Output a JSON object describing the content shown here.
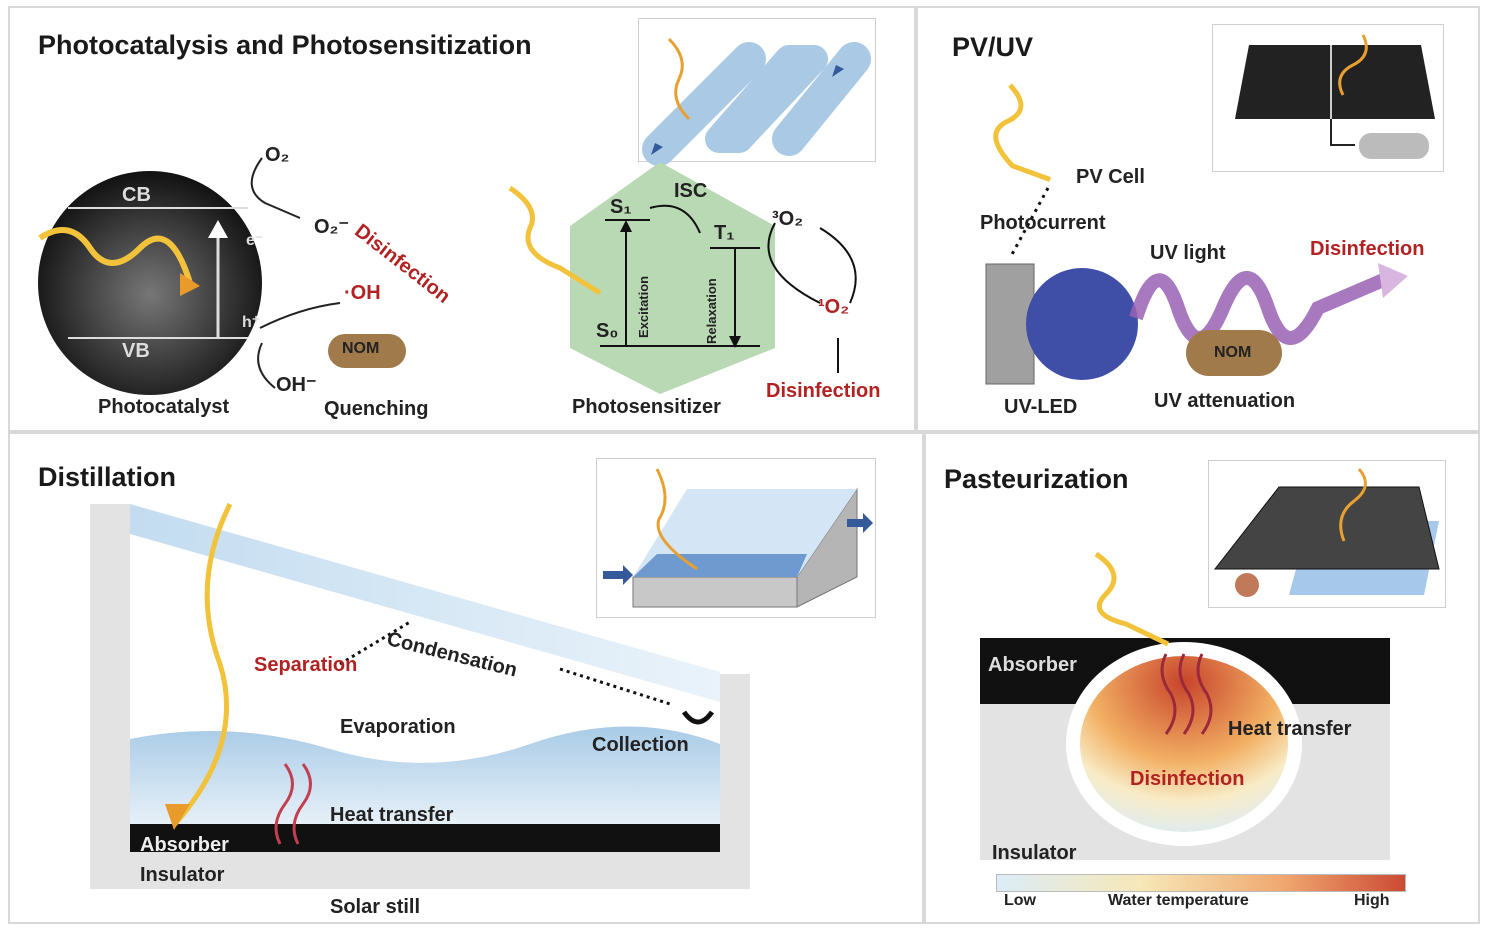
{
  "panels": {
    "photocatalysis": {
      "title": "Photocatalysis and Photosensitization",
      "photocatalyst": {
        "cb": "CB",
        "vb": "VB",
        "electron": "e⁻",
        "hole": "h⁺",
        "o2": "O₂",
        "superoxide": "O₂⁻",
        "hydroxyl_radical": "·OH",
        "hydroxide": "OH⁻",
        "nom": "NOM",
        "quenching": "Quenching",
        "disinfection": "Disinfection",
        "caption": "Photocatalyst"
      },
      "photosensitizer": {
        "s1": "S₁",
        "s0": "S₀",
        "t1": "T₁",
        "isc": "ISC",
        "excitation": "Excitation",
        "relaxation": "Relaxation",
        "triplet_o2": "³O₂",
        "singlet_o2": "¹O₂",
        "disinfection": "Disinfection",
        "caption": "Photosensitizer"
      }
    },
    "pvuv": {
      "title": "PV/UV",
      "pv_cell": "PV Cell",
      "photocurrent": "Photocurrent",
      "uv_light": "UV light",
      "disinfection": "Disinfection",
      "nom": "NOM",
      "uv_led": "UV-LED",
      "uv_attenuation": "UV attenuation"
    },
    "distillation": {
      "title": "Distillation",
      "condensation": "Condensation",
      "separation": "Separation",
      "evaporation": "Evaporation",
      "collection": "Collection",
      "heat_transfer": "Heat transfer",
      "absorber": "Absorber",
      "insulator": "Insulator",
      "caption": "Solar still"
    },
    "pasteurization": {
      "title": "Pasteurization",
      "absorber": "Absorber",
      "heat_transfer": "Heat transfer",
      "disinfection": "Disinfection",
      "insulator": "Insulator",
      "colorbar": {
        "low": "Low",
        "label": "Water temperature",
        "high": "High"
      }
    }
  },
  "colors": {
    "disinfection_red": "#b22222",
    "sunlight": "#f5c242",
    "nom_brown": "#a07a4a",
    "uv_purple": "#7a3d8f",
    "water_blue": "#bcd8ee",
    "hex_green": "#b9d8b4"
  }
}
